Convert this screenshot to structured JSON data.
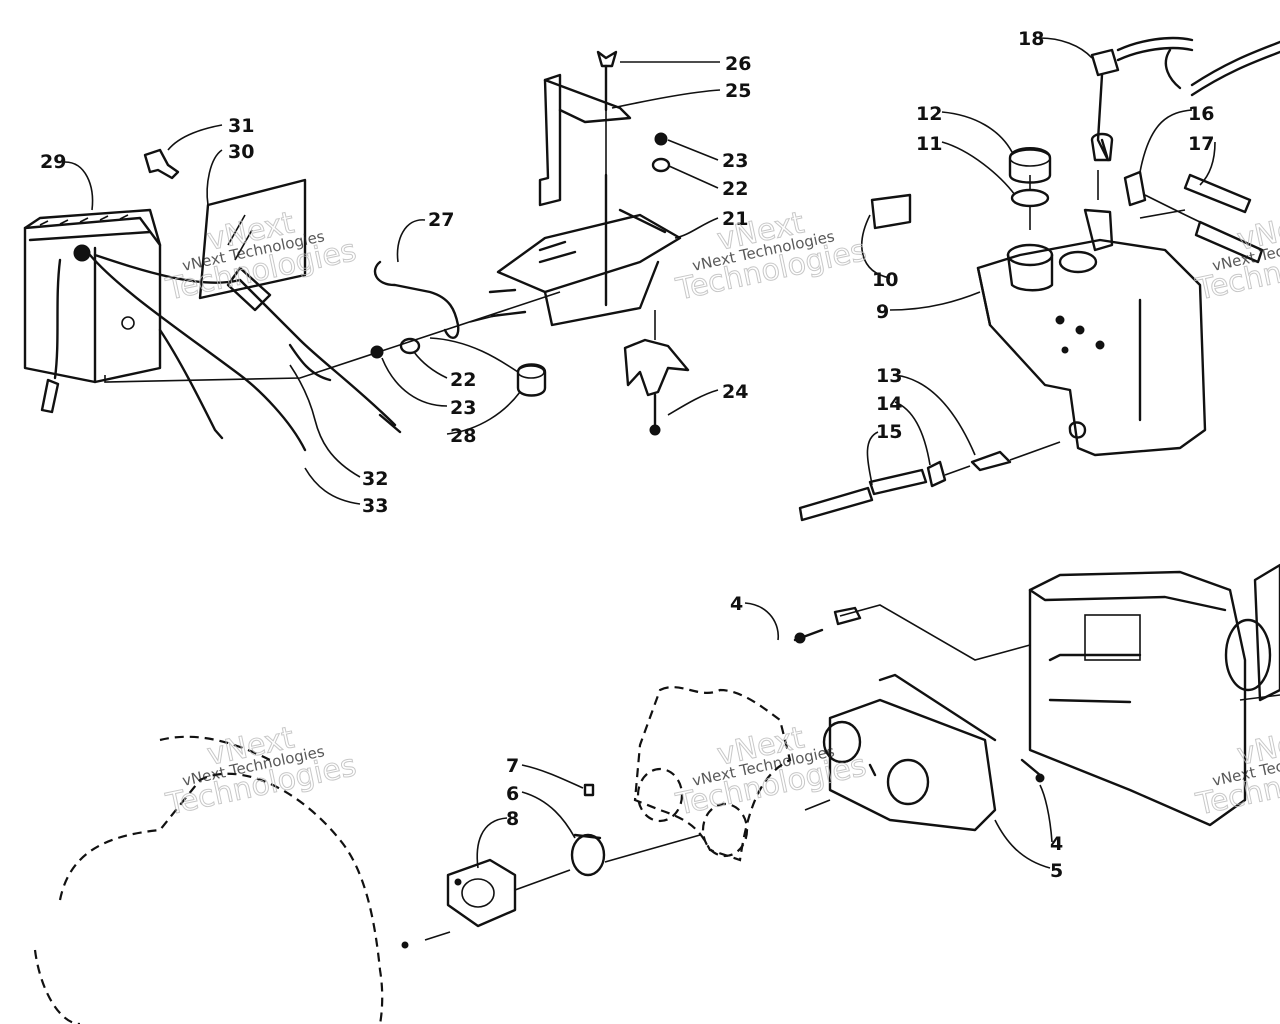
{
  "watermark": {
    "brand_top": "vNext",
    "brand_line": "vNext Technologies",
    "brand_big": "Technologies"
  },
  "callouts": [
    "29",
    "31",
    "30",
    "27",
    "26",
    "25",
    "23",
    "22",
    "21",
    "24",
    "22",
    "23",
    "28",
    "32",
    "33",
    "18",
    "12",
    "11",
    "16",
    "17",
    "10",
    "9",
    "13",
    "14",
    "15",
    "4",
    "7",
    "6",
    "8",
    "4",
    "5"
  ]
}
